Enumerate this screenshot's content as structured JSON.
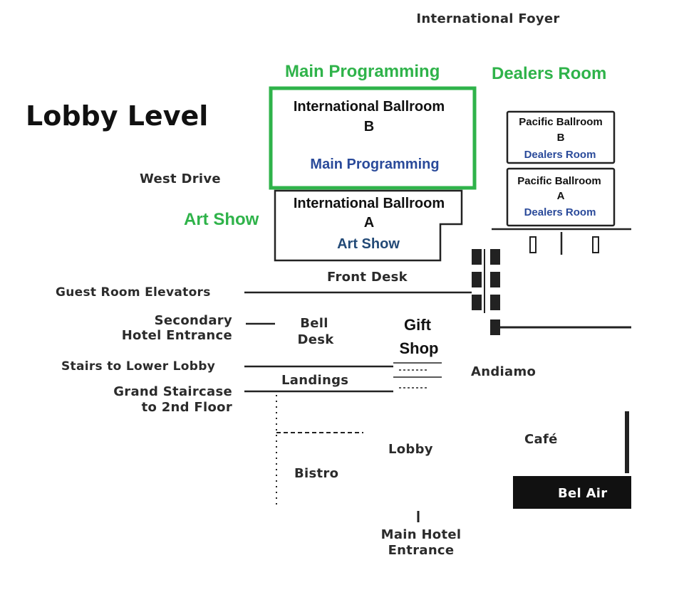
{
  "map": {
    "title": "Lobby Level",
    "header_label": "International Foyer",
    "areas": {
      "main_programming_heading": "Main Programming",
      "dealers_room_heading": "Dealers Room",
      "art_show_heading": "Art Show",
      "intl_ballroom_b_name": "International Ballroom",
      "intl_ballroom_b_letter": "B",
      "intl_ballroom_b_use": "Main Programming",
      "intl_ballroom_a_name": "International Ballroom",
      "intl_ballroom_a_letter": "A",
      "intl_ballroom_a_use": "Art Show",
      "pacific_b_name": "Pacific Ballroom",
      "pacific_b_letter": "B",
      "pacific_b_use": "Dealers Room",
      "pacific_a_name": "Pacific Ballroom",
      "pacific_a_letter": "A",
      "pacific_a_use": "Dealers Room",
      "gift_shop_line1": "Gift",
      "gift_shop_line2": "Shop"
    },
    "labels": {
      "west_drive": "West Drive",
      "front_desk": "Front Desk",
      "guest_room_elevators": "Guest Room Elevators",
      "secondary_entrance_1": "Secondary",
      "secondary_entrance_2": "Hotel Entrance",
      "bell_desk_1": "Bell",
      "bell_desk_2": "Desk",
      "stairs_lower_lobby": "Stairs to Lower Lobby",
      "grand_staircase_1": "Grand Staircase",
      "grand_staircase_2": "to 2nd Floor",
      "landings": "Landings",
      "andiamo": "Andiamo",
      "cafe": "Café",
      "lobby": "Lobby",
      "bistro": "Bistro",
      "bel_air": "Bel Air",
      "main_entrance_1": "Main Hotel",
      "main_entrance_2": "Entrance"
    },
    "colors": {
      "highlight_green": "#2fb34a",
      "room_blue": "#2a4a9a",
      "ink": "#222222"
    }
  }
}
